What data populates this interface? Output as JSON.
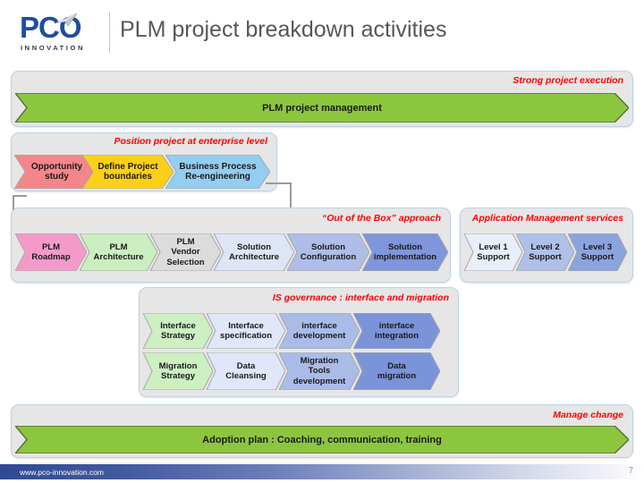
{
  "logo": {
    "word": "PCO",
    "tagline": "INNOVATION",
    "arrow_icon": "paper-plane-icon"
  },
  "header": {
    "title": "PLM project breakdown activities"
  },
  "sections": {
    "project_management": {
      "label": "Strong project execution",
      "banner": "PLM project management",
      "banner_color": "#8CC63F"
    },
    "enterprise_level": {
      "label": "Position project at enterprise level",
      "steps": [
        {
          "line1": "Opportunity",
          "line2": "study",
          "line3": "",
          "color": "#F4868B"
        },
        {
          "line1": "Define Project",
          "line2": "boundaries",
          "line3": "",
          "color": "#FCD018"
        },
        {
          "line1": "Business Process",
          "line2": "Re-engineering",
          "line3": "",
          "color": "#93CDF0"
        }
      ]
    },
    "out_of_the_box": {
      "label": "“Out of the Box” approach",
      "steps": [
        {
          "line1": "PLM",
          "line2": "Roadmap",
          "line3": "",
          "color": "#F49AC8"
        },
        {
          "line1": "PLM",
          "line2": "Architecture",
          "line3": "",
          "color": "#CBEEC0"
        },
        {
          "line1": "PLM",
          "line2": "Vendor",
          "line3": "Selection",
          "color": "#DCDCDC"
        },
        {
          "line1": "Solution",
          "line2": "Architecture",
          "line3": "",
          "color": "#DDE5F7"
        },
        {
          "line1": "Solution",
          "line2": "Configuration",
          "line3": "",
          "color": "#AEBEE8"
        },
        {
          "line1": "Solution",
          "line2": "implementation",
          "line3": "",
          "color": "#7F95DC"
        }
      ]
    },
    "application_management": {
      "label": "Application Management services",
      "steps": [
        {
          "line1": "Level 1",
          "line2": "Support",
          "line3": "",
          "color": "#E8EEFA"
        },
        {
          "line1": "Level 2",
          "line2": "Support",
          "line3": "",
          "color": "#AFC0E9"
        },
        {
          "line1": "Level 3",
          "line2": "Support",
          "line3": "",
          "color": "#8BA3DF"
        }
      ]
    },
    "is_governance": {
      "label": "IS governance : interface and migration",
      "row1": [
        {
          "line1": "Interface",
          "line2": "Strategy",
          "line3": "",
          "color": "#CDEFC2"
        },
        {
          "line1": "Interface",
          "line2": "specification",
          "line3": "",
          "color": "#DFE7F8"
        },
        {
          "line1": "interface",
          "line2": "development",
          "line3": "",
          "color": "#A9BCE8"
        },
        {
          "line1": "interface",
          "line2": "integration",
          "line3": "",
          "color": "#7B93D9"
        }
      ],
      "row2": [
        {
          "line1": "Migration",
          "line2": "Strategy",
          "line3": "",
          "color": "#CDEFC2"
        },
        {
          "line1": "Data",
          "line2": "Cleansing",
          "line3": "",
          "color": "#DFE7F8"
        },
        {
          "line1": "Migration",
          "line2": "Tools",
          "line3": "development",
          "color": "#A9BCE8"
        },
        {
          "line1": "Data",
          "line2": "migration",
          "line3": "",
          "color": "#7B93D9"
        }
      ]
    },
    "manage_change": {
      "label": "Manage change",
      "banner": "Adoption plan : Coaching, communication, training",
      "banner_color": "#8CC63F"
    }
  },
  "footer": {
    "url": "www.pco-innovation.com",
    "page_number": "7"
  }
}
